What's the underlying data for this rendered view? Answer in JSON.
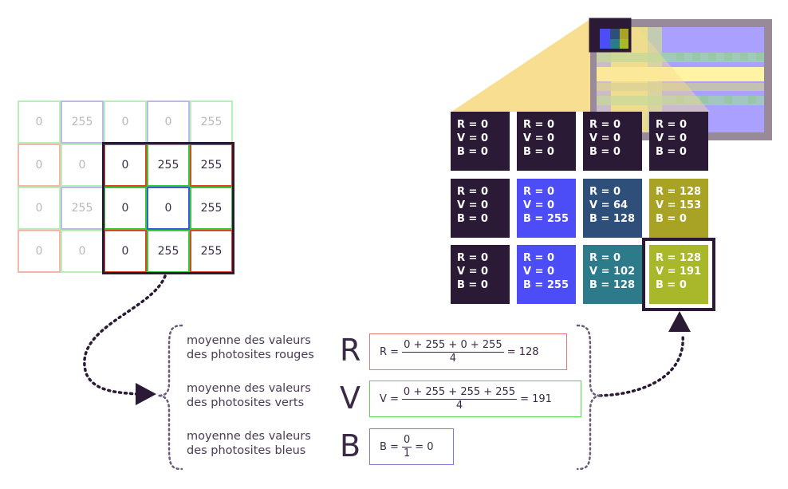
{
  "colors": {
    "dark": "#2b1a35",
    "blue": "#4c4df6",
    "navy": "#2d4f7a",
    "teal": "#2d7a8a",
    "olive_mid": "#a8a324",
    "olive_bright": "#a9b82a",
    "red_border": "#d9472b",
    "green_border": "#35cc35",
    "blue_border": "#3a5cd6"
  },
  "bayer": {
    "rows": [
      [
        "0",
        "255",
        "0",
        "0",
        "255"
      ],
      [
        "0",
        "0",
        "0",
        "255",
        "255"
      ],
      [
        "0",
        "255",
        "0",
        "0",
        "255"
      ],
      [
        "0",
        "0",
        "0",
        "255",
        "255"
      ]
    ]
  },
  "pixels": {
    "rows": [
      [
        {
          "r": "R = 0",
          "v": "V = 0",
          "b": "B = 0"
        },
        {
          "r": "R = 0",
          "v": "V = 0",
          "b": "B = 0"
        },
        {
          "r": "R = 0",
          "v": "V = 0",
          "b": "B = 0"
        },
        {
          "r": "R = 0",
          "v": "V = 0",
          "b": "B = 0"
        }
      ],
      [
        {
          "r": "R = 0",
          "v": "V = 0",
          "b": "B = 0"
        },
        {
          "r": "R = 0",
          "v": "V = 0",
          "b": "B = 255"
        },
        {
          "r": "R = 0",
          "v": "V = 64",
          "b": "B = 128"
        },
        {
          "r": "R = 128",
          "v": "V = 153",
          "b": "B = 0"
        }
      ],
      [
        {
          "r": "R = 0",
          "v": "V = 0",
          "b": "B = 0"
        },
        {
          "r": "R = 0",
          "v": "V = 0",
          "b": "B = 255"
        },
        {
          "r": "R = 0",
          "v": "V = 102",
          "b": "B = 128"
        },
        {
          "r": "R = 128",
          "v": "V = 191",
          "b": "B = 0"
        }
      ]
    ]
  },
  "formulas": {
    "red": {
      "desc_line1": "moyenne des valeurs",
      "desc_line2": "des photosites rouges",
      "letter": "R",
      "lhs": "R =",
      "numerator": "0 + 255 + 0 + 255",
      "denominator": "4",
      "result": "= 128"
    },
    "green": {
      "desc_line1": "moyenne des valeurs",
      "desc_line2": "des photosites verts",
      "letter": "V",
      "lhs": "V =",
      "numerator": "0 + 255 + 255 + 255",
      "denominator": "4",
      "result": "= 191"
    },
    "blue": {
      "desc_line1": "moyenne des valeurs",
      "desc_line2": "des photosites bleus",
      "letter": "B",
      "lhs": "B =",
      "numerator": "0",
      "denominator": "1",
      "result": "= 0"
    }
  }
}
